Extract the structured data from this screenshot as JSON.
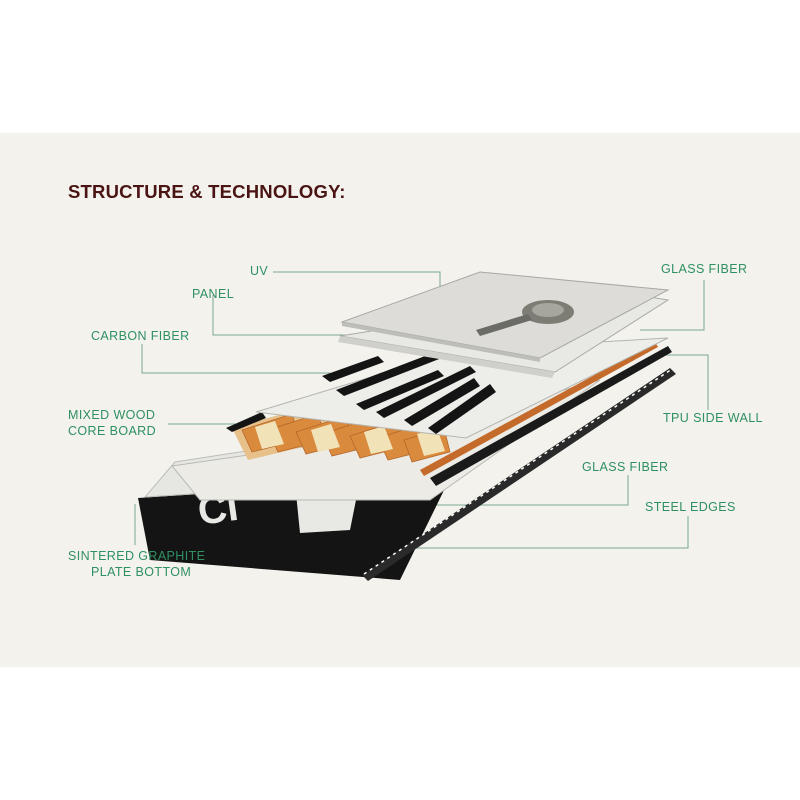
{
  "title": "STRUCTURE & TECHNOLOGY:",
  "labels": {
    "uv": "UV",
    "panel": "PANEL",
    "carbon_fiber": "CARBON FIBER",
    "mixed_wood_line1": "MIXED WOOD",
    "mixed_wood_line2": "CORE BOARD",
    "sintered_line1": "SINTERED GRAPHITE",
    "sintered_line2": "PLATE BOTTOM",
    "glass_fiber_top": "GLASS FIBER",
    "tpu_side_wall": "TPU SIDE WALL",
    "glass_fiber_bottom": "GLASS FIBER",
    "steel_edges": "STEEL EDGES"
  },
  "colors": {
    "card": "#f3f2ec",
    "title": "#4a1414",
    "label": "#2f9062",
    "leader": "#7aa894",
    "wood": "#d98a3c",
    "black": "#141414"
  }
}
